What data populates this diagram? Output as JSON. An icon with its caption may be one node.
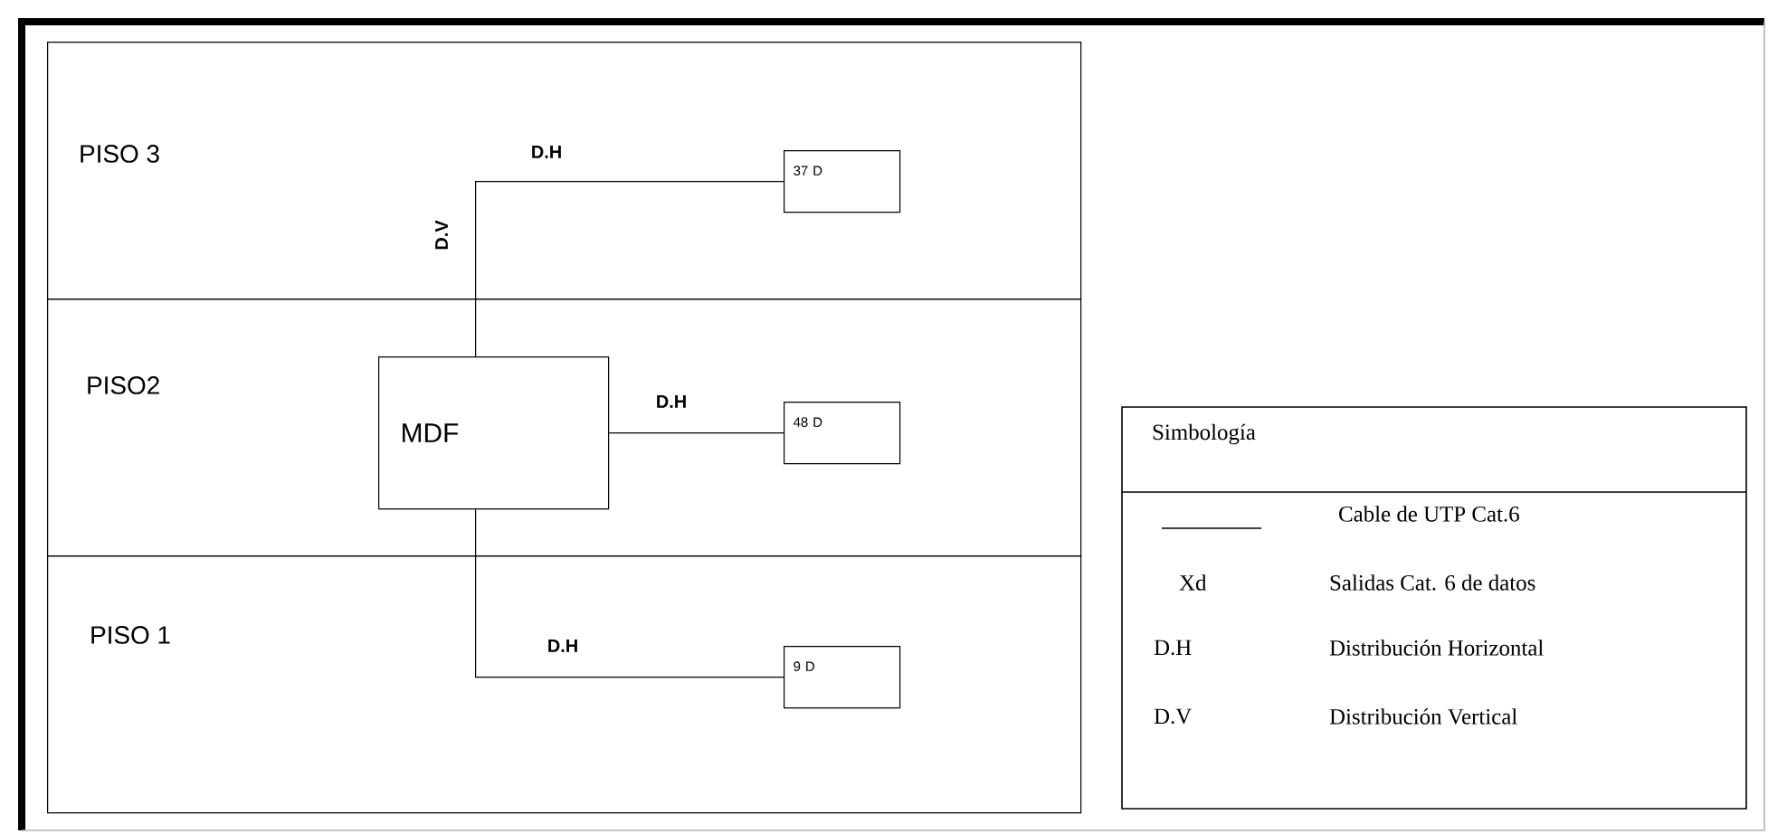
{
  "diagram": {
    "nodes": [
      {
        "text": [
          "PISO 3"
        ]
      },
      {
        "text": [
          "PISO2"
        ]
      },
      {
        "text": [
          "PISO 1"
        ]
      },
      {
        "text": [
          "MDF"
        ],
        "in": 1
      },
      {
        "text": [
          "37 D"
        ],
        "in": 0
      },
      {
        "text": [
          "48 D"
        ],
        "in": 1
      },
      {
        "text": [
          "9 D"
        ],
        "in": 2
      }
    ],
    "edges": [
      {
        "from": 3,
        "to": 4,
        "arrow": "none",
        "label": "D.H"
      },
      {
        "from": 3,
        "to": 5,
        "arrow": "none",
        "label": "D.H"
      },
      {
        "from": 3,
        "to": 6,
        "arrow": "none",
        "label": "D.H"
      }
    ],
    "labels": [
      "D.V",
      "Simbología",
      "Xd",
      "Salidas Cat. 6 de datos",
      "D.H",
      "Distribución Horizontal",
      "D.V",
      "Distribución Vertical"
    ],
    "legend": [
      {
        "text": "Cable de UTP Cat.6"
      }
    ]
  }
}
